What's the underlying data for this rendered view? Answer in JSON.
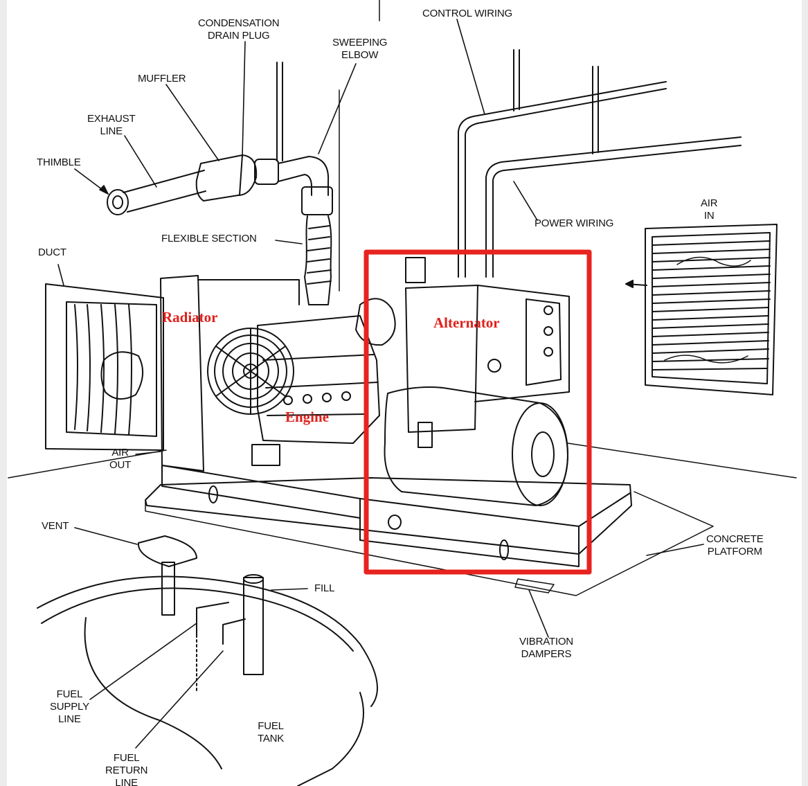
{
  "labels": {
    "control_wiring": "CONTROL WIRING",
    "condensation_drain_plug": "CONDENSATION\nDRAIN PLUG",
    "sweeping_elbow": "SWEEPING\nELBOW",
    "muffler": "MUFFLER",
    "exhaust_line": "EXHAUST\nLINE",
    "thimble": "THIMBLE",
    "flexible_section": "FLEXIBLE SECTION",
    "power_wiring": "POWER WIRING",
    "air_in": "AIR\nIN",
    "duct": "DUCT",
    "air_out": "AIR\nOUT",
    "vent": "VENT",
    "fill": "FILL",
    "concrete_platform": "CONCRETE\nPLATFORM",
    "vibration_dampers": "VIBRATION\nDAMPERS",
    "fuel_supply_line": "FUEL\nSUPPLY\nLINE",
    "fuel_tank": "FUEL\nTANK",
    "fuel_return_line": "FUEL\nRETURN\nLINE"
  },
  "annotations": {
    "radiator": "Radiator",
    "engine": "Engine",
    "alternator": "Alternator"
  },
  "colors": {
    "highlight": "#e8231f",
    "annotation": "#e0201c",
    "ink": "#111111"
  }
}
